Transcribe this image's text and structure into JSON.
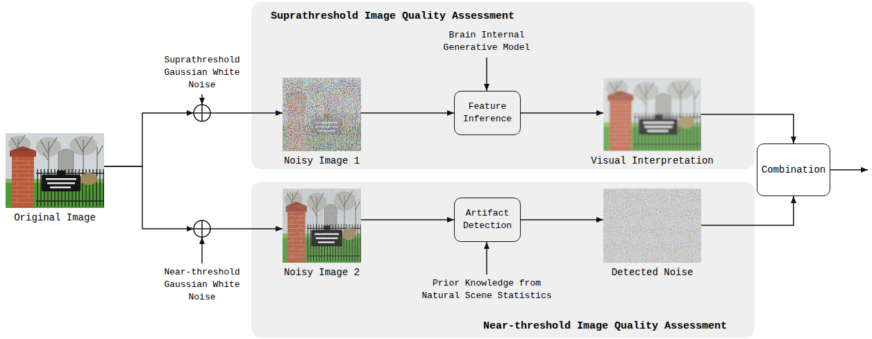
{
  "diagram": {
    "nodes": [
      {
        "text": [
          "Original Image"
        ]
      },
      {
        "text": [
          "Suprathreshold Image Quality Assessment"
        ]
      },
      {
        "text": [
          "Noisy Image 1"
        ],
        "in": 1
      },
      {
        "text": [
          "Feature Inference"
        ],
        "in": 1
      },
      {
        "text": [
          "Visual Interpretation"
        ],
        "in": 1
      },
      {
        "text": [
          "Near-threshold Image Quality Assessment"
        ]
      },
      {
        "text": [
          "Noisy Image 2"
        ],
        "in": 5
      },
      {
        "text": [
          "Artifact Detection"
        ],
        "in": 5
      },
      {
        "text": [
          "Detected Noise"
        ],
        "in": 5
      },
      {
        "text": [
          "Combination"
        ]
      }
    ],
    "edges": [
      {
        "from": 0,
        "to": 2,
        "arrow": "to"
      },
      {
        "from": 0,
        "to": 6,
        "arrow": "to"
      },
      {
        "from": 2,
        "to": 3,
        "arrow": "to"
      },
      {
        "from": 3,
        "to": 4,
        "arrow": "to"
      },
      {
        "from": 6,
        "to": 7,
        "arrow": "to"
      },
      {
        "from": 7,
        "to": 8,
        "arrow": "to"
      },
      {
        "from": 4,
        "to": 9,
        "arrow": "to"
      },
      {
        "from": 8,
        "to": 9,
        "arrow": "to"
      }
    ],
    "labels": [
      "Suprathreshold Gaussian White Noise",
      "Near-threshold Gaussian White Noise",
      "Brain Internal Generative Model",
      "Prior Knowledge from Natural Scene Statistics"
    ]
  }
}
